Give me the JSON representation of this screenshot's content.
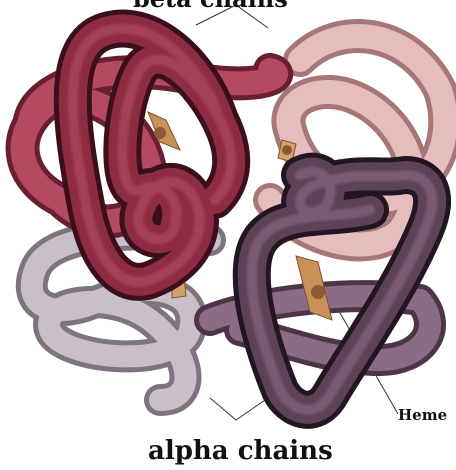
{
  "labels": {
    "top": "beta chains",
    "heme": "Heme",
    "bottom": "alpha chains"
  },
  "colors": {
    "background": "#ffffff",
    "beta_chain_1": "#8e2c42",
    "beta_chain_2": "#b03a52",
    "alpha_chain_1": "#d6a8a8",
    "alpha_chain_2": "#5e4358",
    "alpha_chain_3": "#a89aa8",
    "heme_group": "#c9905a",
    "leader_lines": "#333333"
  },
  "subunits": [
    "beta-chain",
    "beta-chain",
    "alpha-chain",
    "alpha-chain"
  ]
}
